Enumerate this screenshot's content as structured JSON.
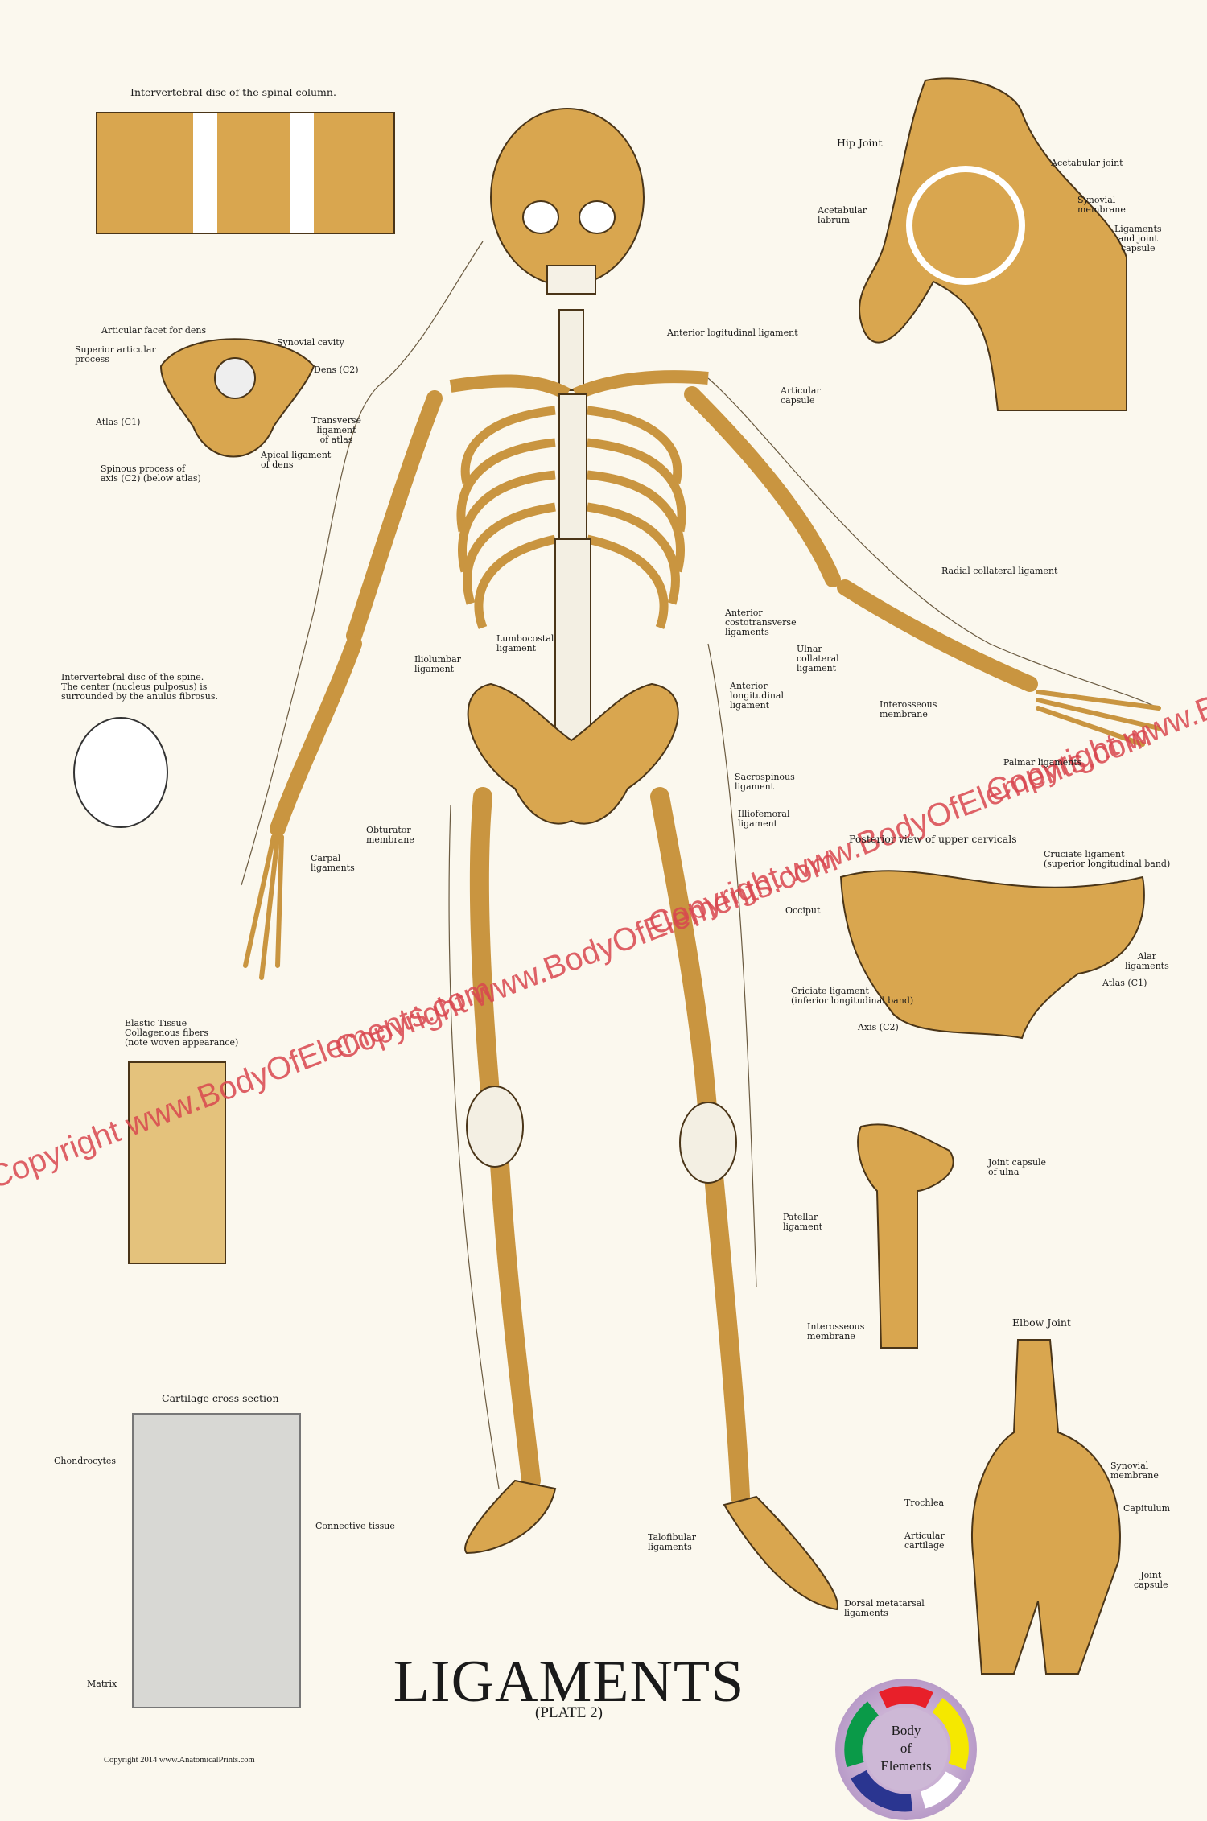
{
  "title": "LIGAMENTS",
  "subtitle": "(PLATE 2)",
  "copyright": "Copyright 2014 www.AnatomicalPrints.com",
  "watermark": "Copyright www.BodyOfElements.com",
  "logo": {
    "line1": "Body",
    "line2": "of",
    "line3": "Elements"
  },
  "colors": {
    "bone": "#d9a64f",
    "background": "#fbf8ee",
    "watermark": "#d9474f"
  },
  "insets": {
    "spinal_disc_title": "Intervertebral disc of the spinal column.",
    "atlas": {
      "articular_facet": "Articular facet for dens",
      "synovial_cavity": "Synovial cavity",
      "superior_articular": "Superior articular\nprocess",
      "dens": "Dens (C2)",
      "atlas_c1": "Atlas (C1)",
      "transverse": "Transverse\nligament\nof atlas",
      "apical": "Apical ligament\nof dens",
      "spinous": "Spinous process of\naxis (C2) (below atlas)"
    },
    "spine_disc_title": "Intervertebral disc of the spine.\nThe center (nucleus pulposus) is\nsurrounded by the anulus fibrosus.",
    "elastic_title": "Elastic Tissue\nCollagenous fibers\n(note woven appearance)",
    "cartilage": {
      "title": "Cartilage cross section",
      "chondrocytes": "Chondrocytes",
      "connective": "Connective tissue",
      "matrix": "Matrix"
    },
    "hip": {
      "title": "Hip Joint",
      "acetabular_joint": "Acetabular joint",
      "synovial": "Synovial\nmembrane",
      "ligaments": "Ligaments\nand joint\ncapsule",
      "labrum": "Acetabular\nlabrum"
    },
    "cervicals": {
      "title": "Posterior view of upper cervicals",
      "cruciate_sup": "Cruciate ligament\n(superior longitudinal band)",
      "occiput": "Occiput",
      "alar": "Alar\nligaments",
      "atlas": "Atlas (C1)",
      "cruciate_inf": "Criciate ligament\n(inferior longitudinal band)",
      "axis": "Axis (C2)"
    },
    "ulna": {
      "capsule": "Joint capsule\nof ulna"
    },
    "elbow": {
      "title": "Elbow Joint",
      "synovial": "Synovial\nmembrane",
      "trochlea": "Trochlea",
      "capitulum": "Capitulum",
      "articular": "Articular\ncartilage",
      "capsule": "Joint\ncapsule"
    }
  },
  "skeleton_labels": {
    "anterior_logitudinal": "Anterior logitudinal ligament",
    "articular_capsule": "Articular\ncapsule",
    "radial_collateral": "Radial collateral ligament",
    "costotransverse": "Anterior\ncostotransverse\nligaments",
    "lumbocostal": "Lumbocostal\nligament",
    "ulnar_collateral": "Ulnar\ncollateral\nligament",
    "iliolumbar": "Iliolumbar\nligament",
    "anterior_longitudinal": "Anterior\nlongitudinal\nligament",
    "interosseous_arm": "Interosseous\nmembrane",
    "palmar": "Palmar ligaments",
    "sacrospinous": "Sacrospinous\nligament",
    "iliofemoral": "Illiofemoral\nligament",
    "obturator": "Obturator\nmembrane",
    "carpal": "Carpal\nligaments",
    "patellar": "Patellar\nligament",
    "interosseous_leg": "Interosseous\nmembrane",
    "talofibular": "Talofibular\nligaments",
    "dorsal_metatarsal": "Dorsal metatarsal\nligaments"
  }
}
